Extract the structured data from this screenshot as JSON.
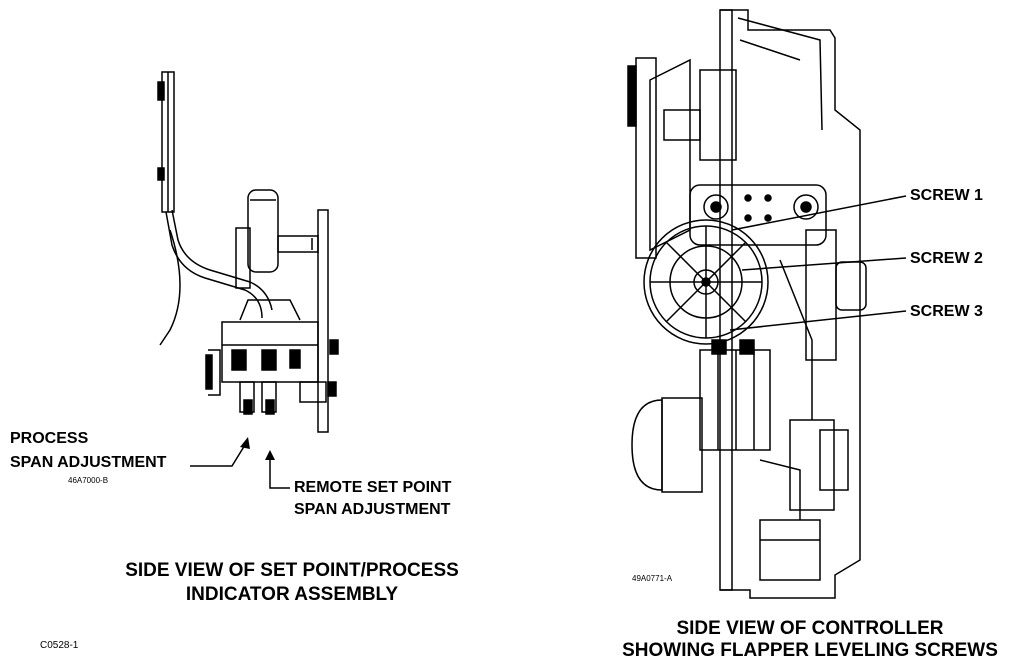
{
  "left_figure": {
    "callout_process_line1": "PROCESS",
    "callout_process_line2": "SPAN ADJUSTMENT",
    "callout_remote_line1": "REMOTE SET POINT",
    "callout_remote_line2": "SPAN ADJUSTMENT",
    "drawing_code": "46A7000-B",
    "caption_line1": "SIDE VIEW OF SET POINT/PROCESS",
    "caption_line2": "INDICATOR ASSEMBLY"
  },
  "right_figure": {
    "callouts": [
      "SCREW 1",
      "SCREW 2",
      "SCREW 3"
    ],
    "drawing_code": "49A0771-A",
    "caption_line1": "SIDE VIEW OF CONTROLLER",
    "caption_line2": "SHOWING FLAPPER LEVELING SCREWS"
  },
  "figure_code": "C0528-1"
}
